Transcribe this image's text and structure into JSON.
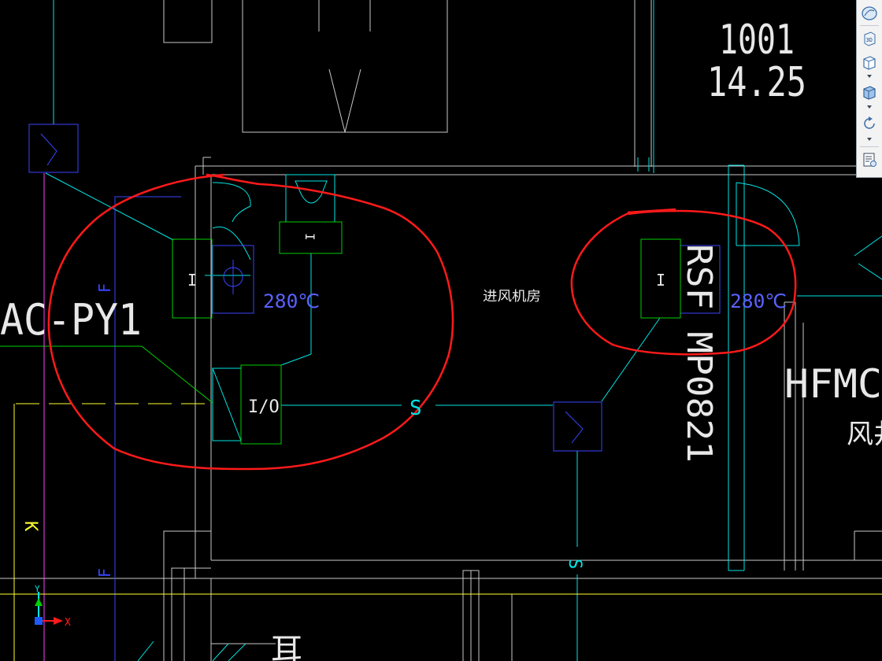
{
  "drawing": {
    "room_number": "1001",
    "elevation": "14.25",
    "room_name": "进风机房",
    "left_equipment_label": "AC-PY1",
    "right_equipment_label": "RSF MP0821",
    "right_shaft_label": "HFMC",
    "shaft_sublabel": "风井",
    "left_damper_temp": "280℃",
    "right_damper_temp": "280℃",
    "io_module_label": "I/O",
    "input_module_label": "I",
    "input_module_right_label": "I",
    "small_module_label": "I",
    "cable_label_s": "S",
    "cable_label_s_bottom": "S",
    "cable_label_f_top": "F",
    "cable_label_f_bottom": "F",
    "cable_label_k": "K",
    "bottom_fragment": "耳"
  },
  "ucs": {
    "x_label": "X",
    "y_label": "Y"
  },
  "navbar": {
    "items": [
      "steeringwheel-icon",
      "3d-view-icon",
      "orbit-icon",
      "cube-view-icon",
      "rotate-icon",
      "view-list-icon"
    ]
  },
  "colors": {
    "background": "#000000",
    "wall": "#c8c8c8",
    "cyan": "#00e5e5",
    "blue": "#3a45ff",
    "green": "#00d000",
    "red": "#ff1a1a",
    "magenta": "#ff40ff",
    "yellow": "#ffff30",
    "white_text": "#e8e8e8"
  }
}
